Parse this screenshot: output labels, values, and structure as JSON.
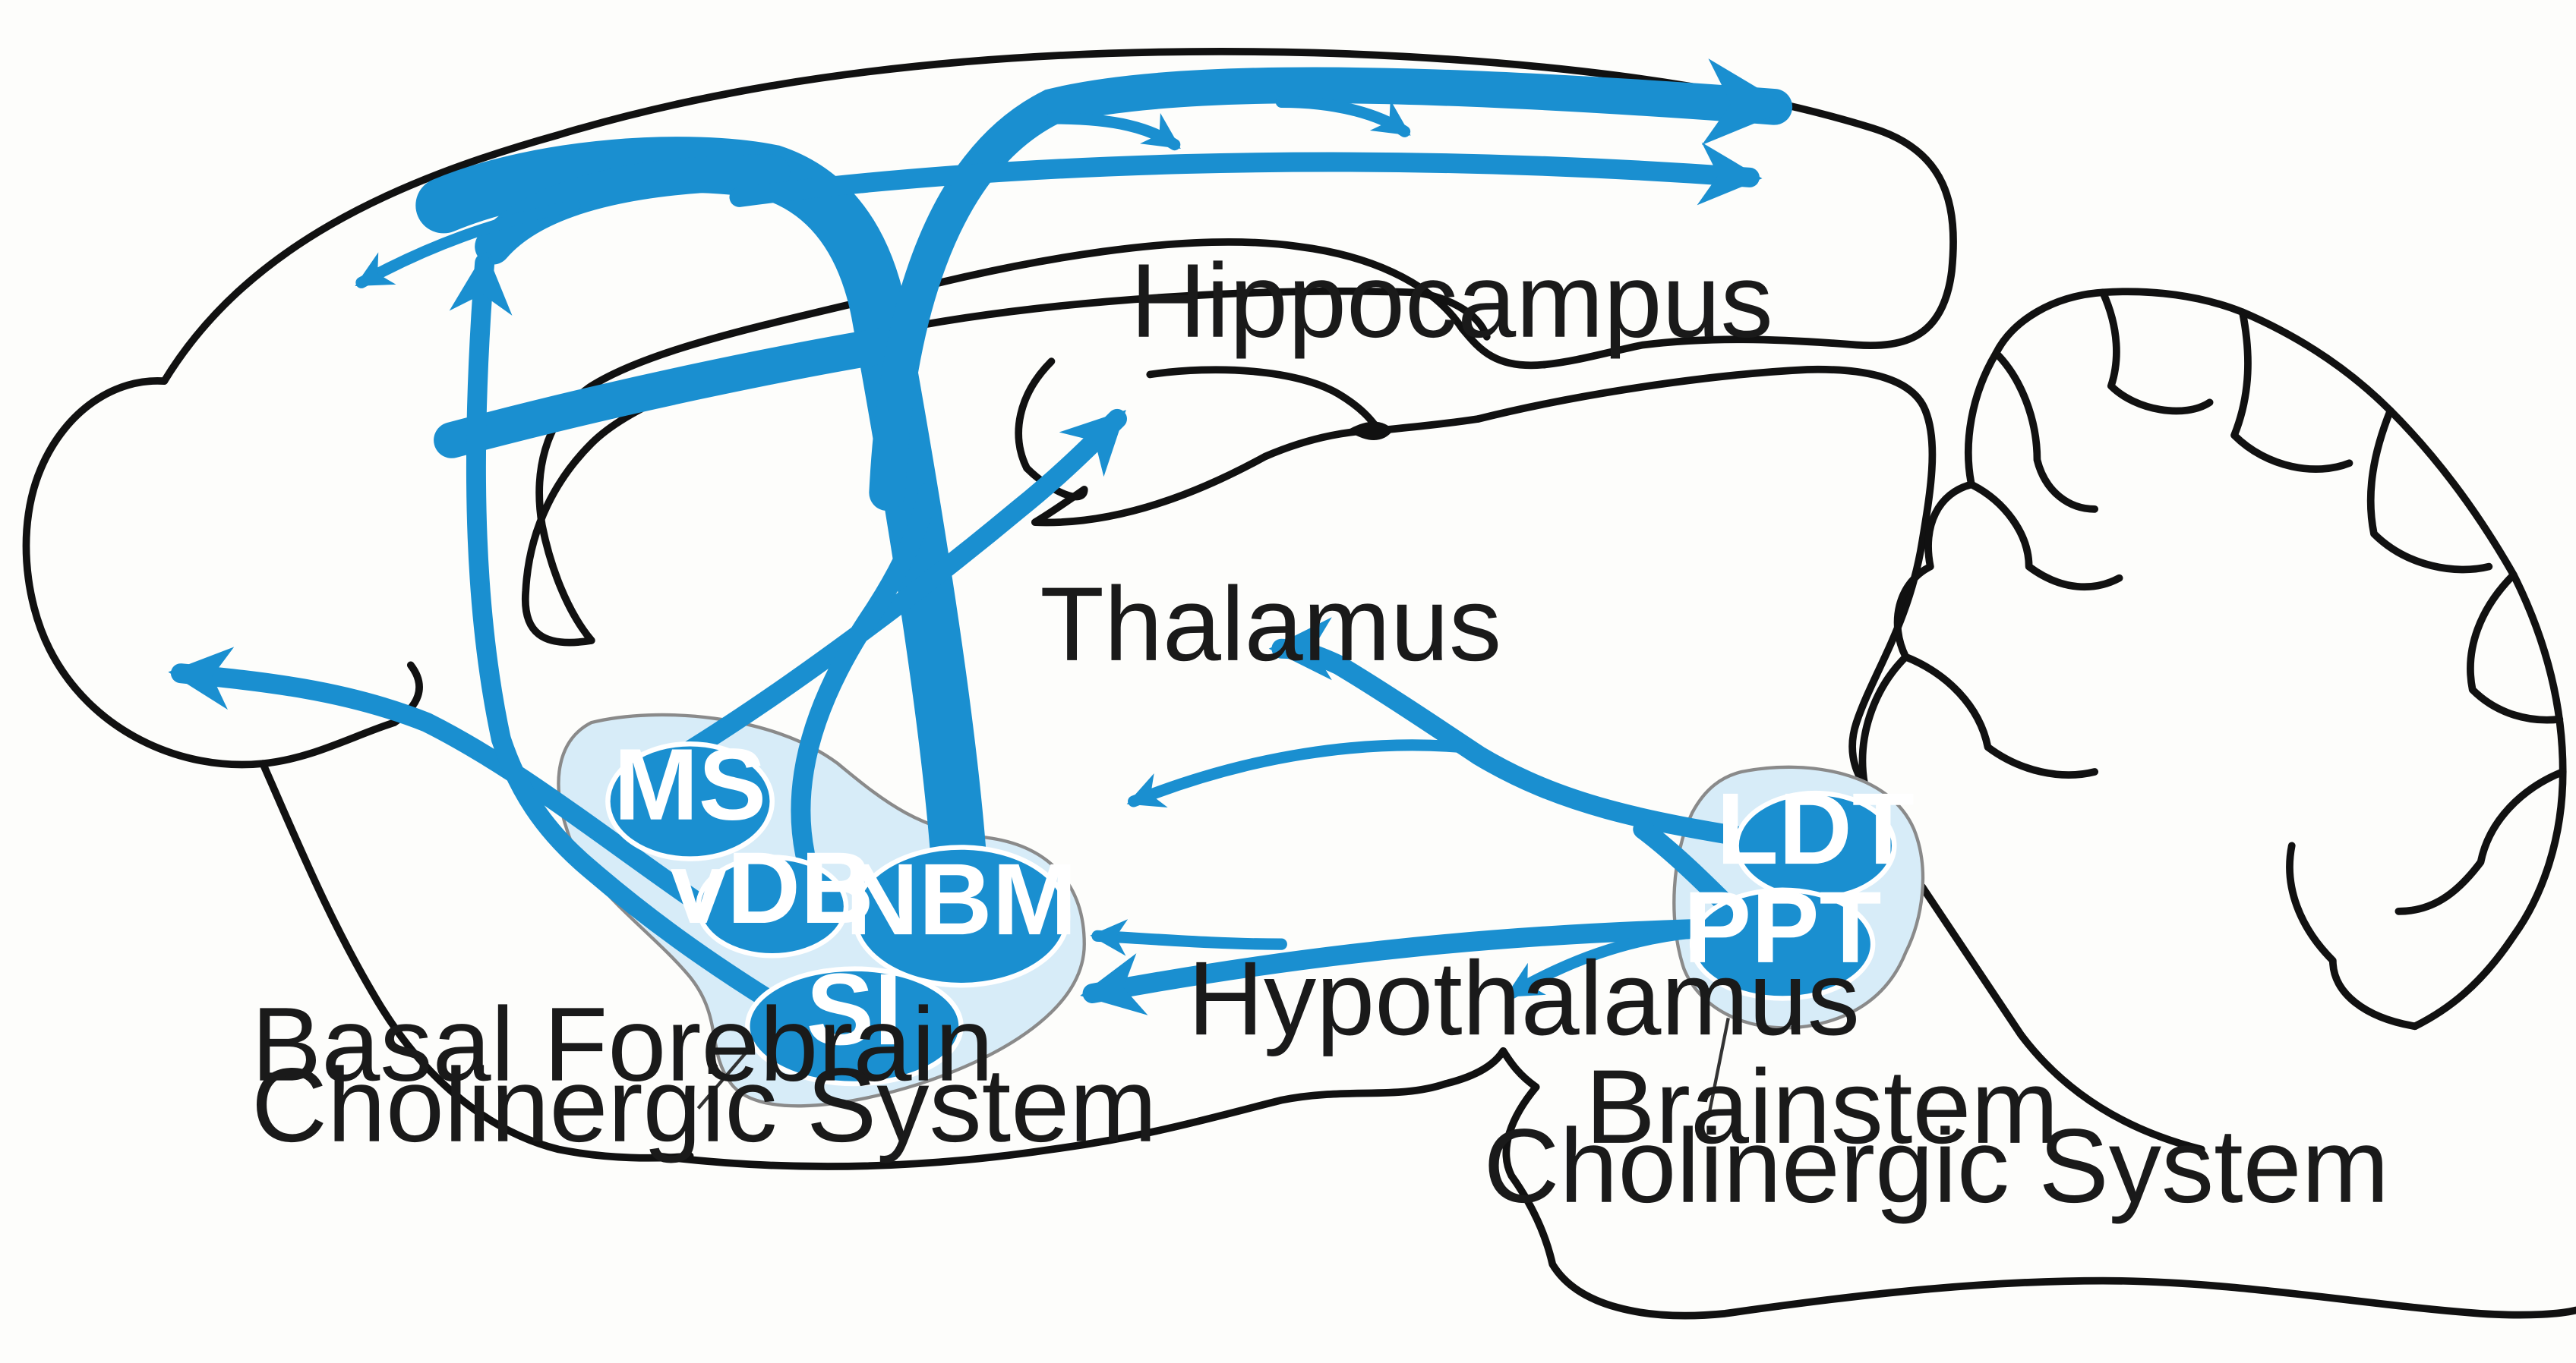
{
  "colors": {
    "pathway": "#1a8fd0",
    "nucleus": "#1a8fd0",
    "region_fill": "#d7ecf8",
    "region_stroke": "#8a8a8a",
    "outline": "#111111"
  },
  "labels": {
    "hippocampus": "Hippocampus",
    "thalamus": "Thalamus",
    "hypothalamus": "Hypothalamus",
    "basal_forebrain_line1": "Basal Forebrain",
    "basal_forebrain_line2": "Cholinergic System",
    "brainstem_line1": "Brainstem",
    "brainstem_line2": "Cholinergic System"
  },
  "nuclei": {
    "ms": "MS",
    "vdb": "vDB",
    "nbm": "NBM",
    "si": "SI",
    "ldt": "LDT",
    "ppt": "PPT"
  }
}
